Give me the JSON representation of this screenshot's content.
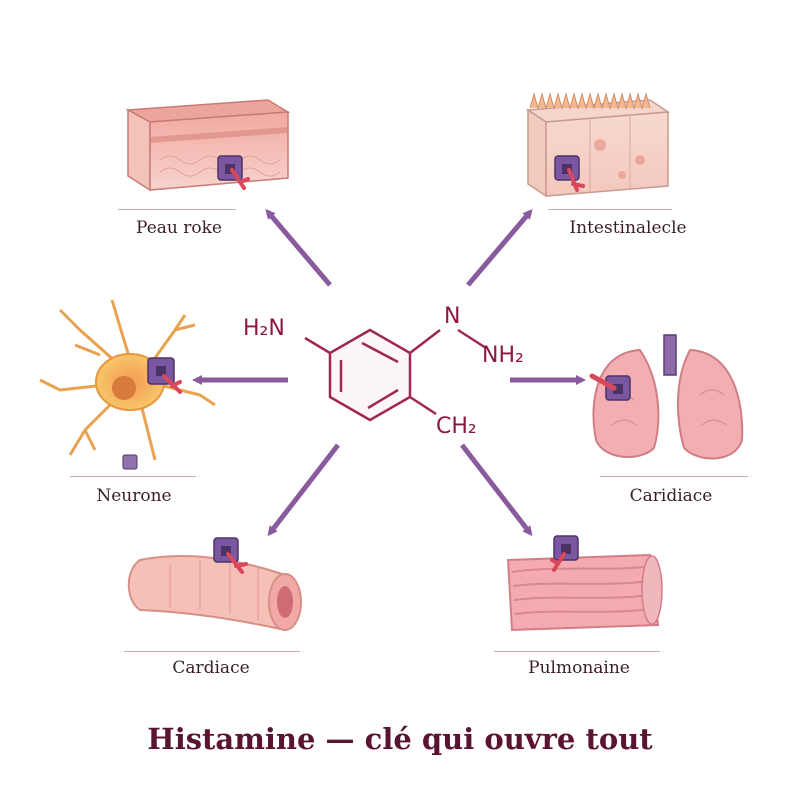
{
  "title": "Histamine — clé qui ouvre tout",
  "molecule": {
    "groups": [
      "H₂N",
      "N",
      "NH₂",
      "CH₂"
    ]
  },
  "tissues": [
    {
      "name": "skin",
      "label": "Peau roke"
    },
    {
      "name": "intestinal",
      "label": "Intestinalecle"
    },
    {
      "name": "neuron",
      "label": "Neurone"
    },
    {
      "name": "lung",
      "label": "Caridiace"
    },
    {
      "name": "vessel",
      "label": "Cardiace"
    },
    {
      "name": "muscle",
      "label": "Pulmonaine"
    }
  ],
  "colors": {
    "arrow": "#8a5a9e",
    "bond": "#a0284f",
    "receptor": "#6d4d8c",
    "key": "#d8485a",
    "tissue": "#f4b9b2"
  }
}
